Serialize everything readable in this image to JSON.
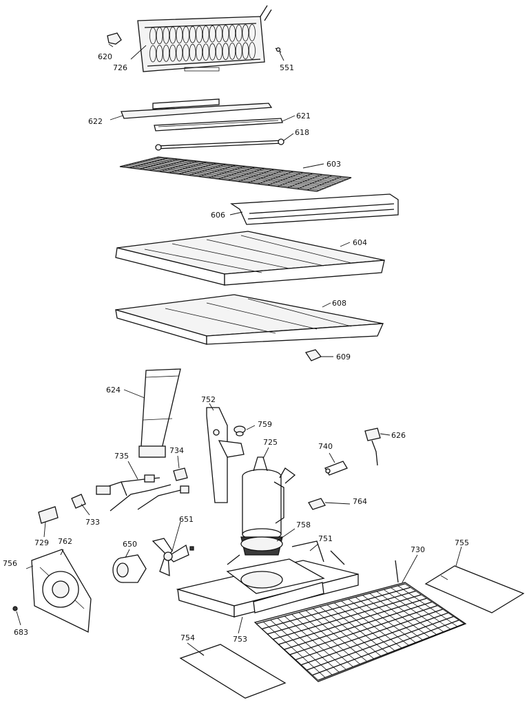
{
  "diagram": {
    "labels": {
      "p620": "620",
      "p726": "726",
      "p551": "551",
      "p622": "622",
      "p621": "621",
      "p618": "618",
      "p603": "603",
      "p606": "606",
      "p604": "604",
      "p608": "608",
      "p609": "609",
      "p624": "624",
      "p752": "752",
      "p759": "759",
      "p725": "725",
      "p740": "740",
      "p626": "626",
      "p735": "735",
      "p734": "734",
      "p733": "733",
      "p764": "764",
      "p729": "729",
      "p651": "651",
      "p650": "650",
      "p758": "758",
      "p751": "751",
      "p730": "730",
      "p755": "755",
      "p756": "756",
      "p762": "762",
      "p683": "683",
      "p753": "753",
      "p754": "754"
    }
  }
}
